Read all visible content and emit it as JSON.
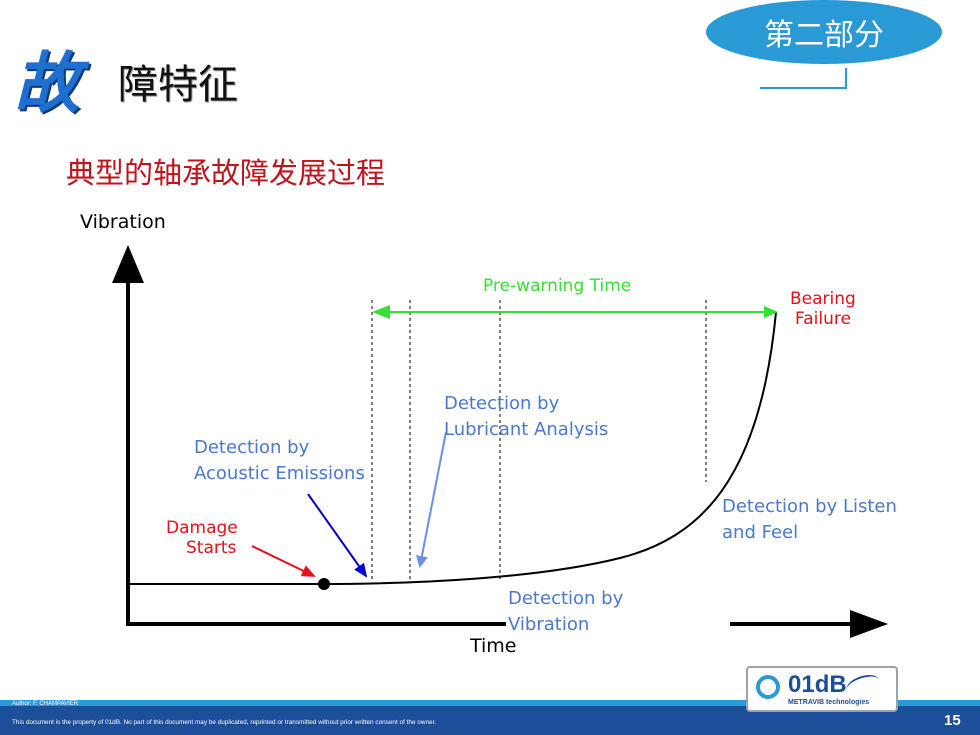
{
  "header": {
    "title_first_char": "故",
    "title_rest": "障特征",
    "section_badge": "第二部分",
    "subtitle": "典型的轴承故障发展过程"
  },
  "diagram": {
    "y_axis_label": "Vibration",
    "x_axis_label": "Time",
    "prewarning_label": "Pre-warning  Time",
    "bearing_failure": [
      "Bearing",
      "Failure"
    ],
    "damage_starts": [
      "Damage",
      "Starts"
    ],
    "acoustic": [
      "Detection by",
      "Acoustic Emissions"
    ],
    "lubricant": [
      "Detection by",
      "Lubricant Analysis"
    ],
    "listen": [
      "Detection by Listen",
      "and Feel"
    ],
    "vibration": [
      "Detection by",
      "Vibration"
    ],
    "colors": {
      "red": "#e5101a",
      "green": "#35e035",
      "blue_text": "#4a78cf",
      "dark_blue_arrow": "#0000cc",
      "light_blue_arrow": "#6f8ee6"
    }
  },
  "footer": {
    "author": "Author: F. CHAMPAVIER",
    "copyright": "This document is the property of 01dB. No part of this document may be duplicated, reprinted or transmitted without prior written consent of the owner.",
    "page_number": "15",
    "logo_text": "01dB",
    "logo_sub": "METRAVIB technologies"
  }
}
